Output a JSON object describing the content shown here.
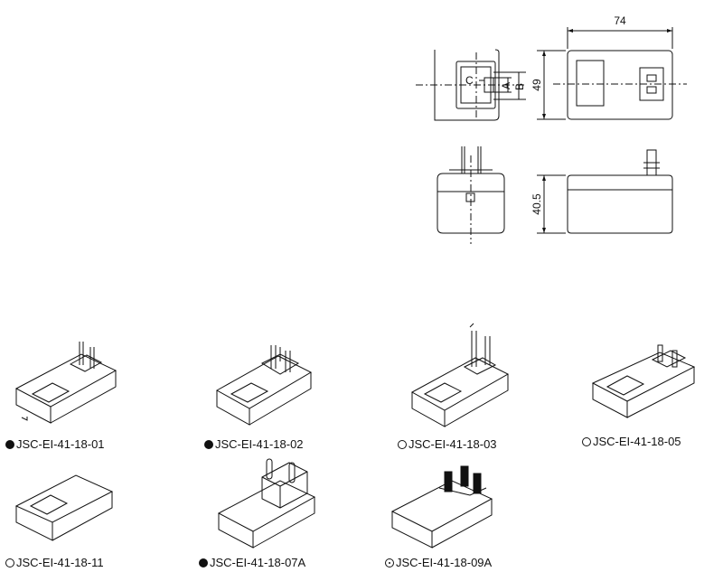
{
  "dimensions": {
    "width": "74",
    "height": "49",
    "depth": "40.5",
    "pin_a": "A",
    "pin_b": "B",
    "pin_c": "C"
  },
  "models": [
    {
      "marker": "filled",
      "label": "JSC-EI-41-18-01"
    },
    {
      "marker": "filled",
      "label": "JSC-EI-41-18-02"
    },
    {
      "marker": "hollow",
      "label": "JSC-EI-41-18-03"
    },
    {
      "marker": "hollow",
      "label": "JSC-EI-41-18-05"
    },
    {
      "marker": "hollow",
      "label": "JSC-EI-41-18-11"
    },
    {
      "marker": "filled",
      "label": "JSC-EI-41-18-07A"
    },
    {
      "marker": "dotted",
      "label": "JSC-EI-41-18-09A"
    }
  ]
}
